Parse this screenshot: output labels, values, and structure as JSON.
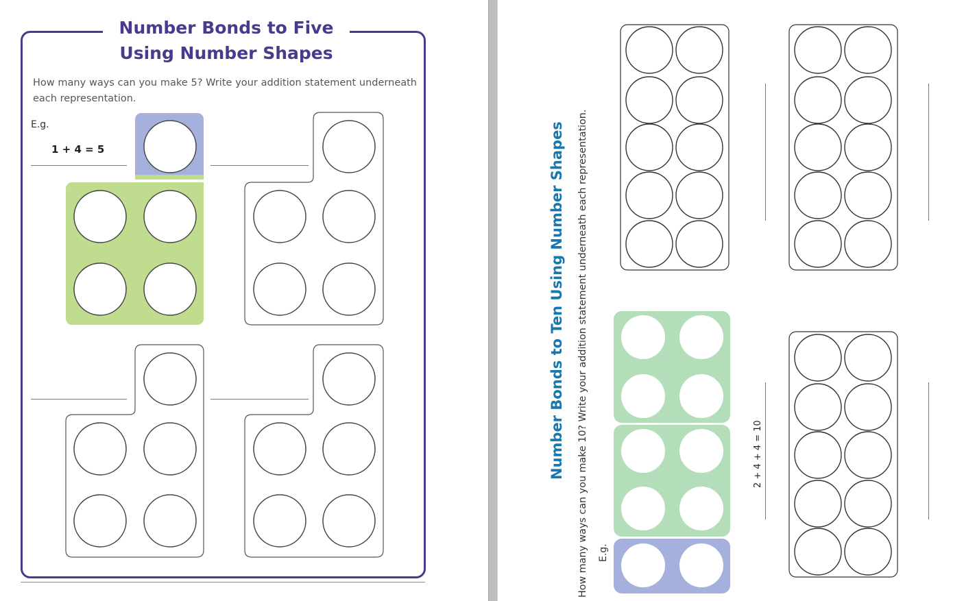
{
  "left_page": {
    "title_line1": "Number Bonds to Five",
    "title_line2": "Using Number Shapes",
    "instructions": "How many ways can you make 5? Write your addition statement underneath each representation.",
    "example_label": "E.g.",
    "example_equation": "1 + 4 = 5",
    "colors": {
      "frame": "#4b3a8c",
      "one_block": "#a5b0dc",
      "four_block": "#c0dc8e"
    }
  },
  "right_page": {
    "title": "Number Bonds to Ten Using Number Shapes",
    "instructions": "How many ways can you make 10? Write your addition statement underneath each representation.",
    "example_label": "E.g.",
    "example_equation": "2 + 4 + 4 = 10",
    "colors": {
      "title": "#1878ad",
      "four_block": "#b4deb9",
      "two_block": "#a5b0dc"
    }
  }
}
